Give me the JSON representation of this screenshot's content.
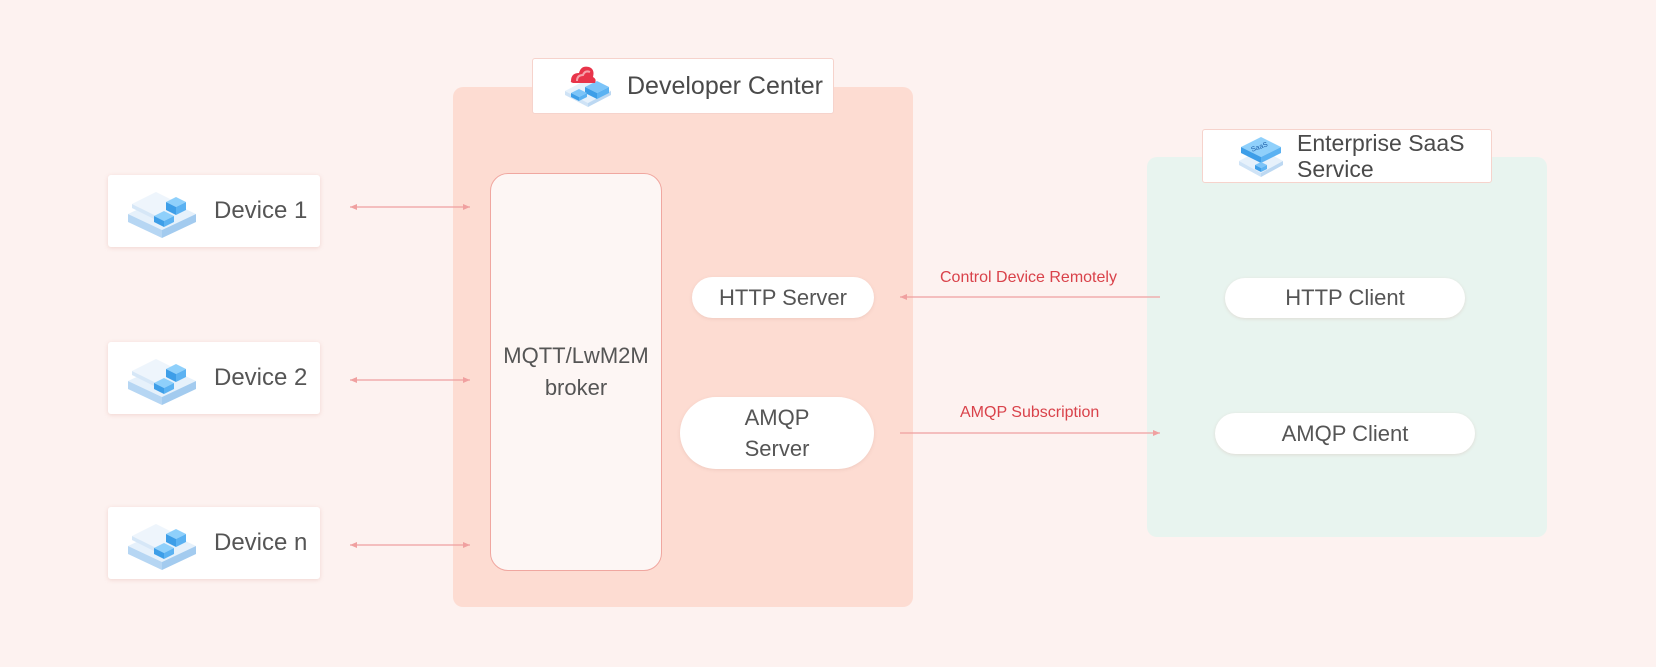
{
  "developer_center": {
    "title": "Developer Center"
  },
  "enterprise": {
    "title_line1": "Enterprise SaaS",
    "title_line2": "Service",
    "icon_text": "SaaS"
  },
  "devices": [
    {
      "label": "Device 1"
    },
    {
      "label": "Device 2"
    },
    {
      "label": "Device n"
    }
  ],
  "broker": {
    "line1": "MQTT/LwM2M",
    "line2": "broker"
  },
  "http_server": {
    "label": "HTTP Server"
  },
  "amqp_server": {
    "line1": "AMQP",
    "line2": "Server"
  },
  "http_client": {
    "label": "HTTP Client"
  },
  "amqp_client": {
    "label": "AMQP Client"
  },
  "arrows": {
    "control": "Control Device Remotely",
    "amqp": "AMQP Subscription"
  },
  "colors": {
    "background": "#fdf2f0",
    "developer_panel": "#fddcd2",
    "enterprise_panel": "#e8f4ef",
    "arrow": "#f0a0a0",
    "arrow_label": "#d9424a",
    "icon_blue": "#4aa8f0"
  }
}
